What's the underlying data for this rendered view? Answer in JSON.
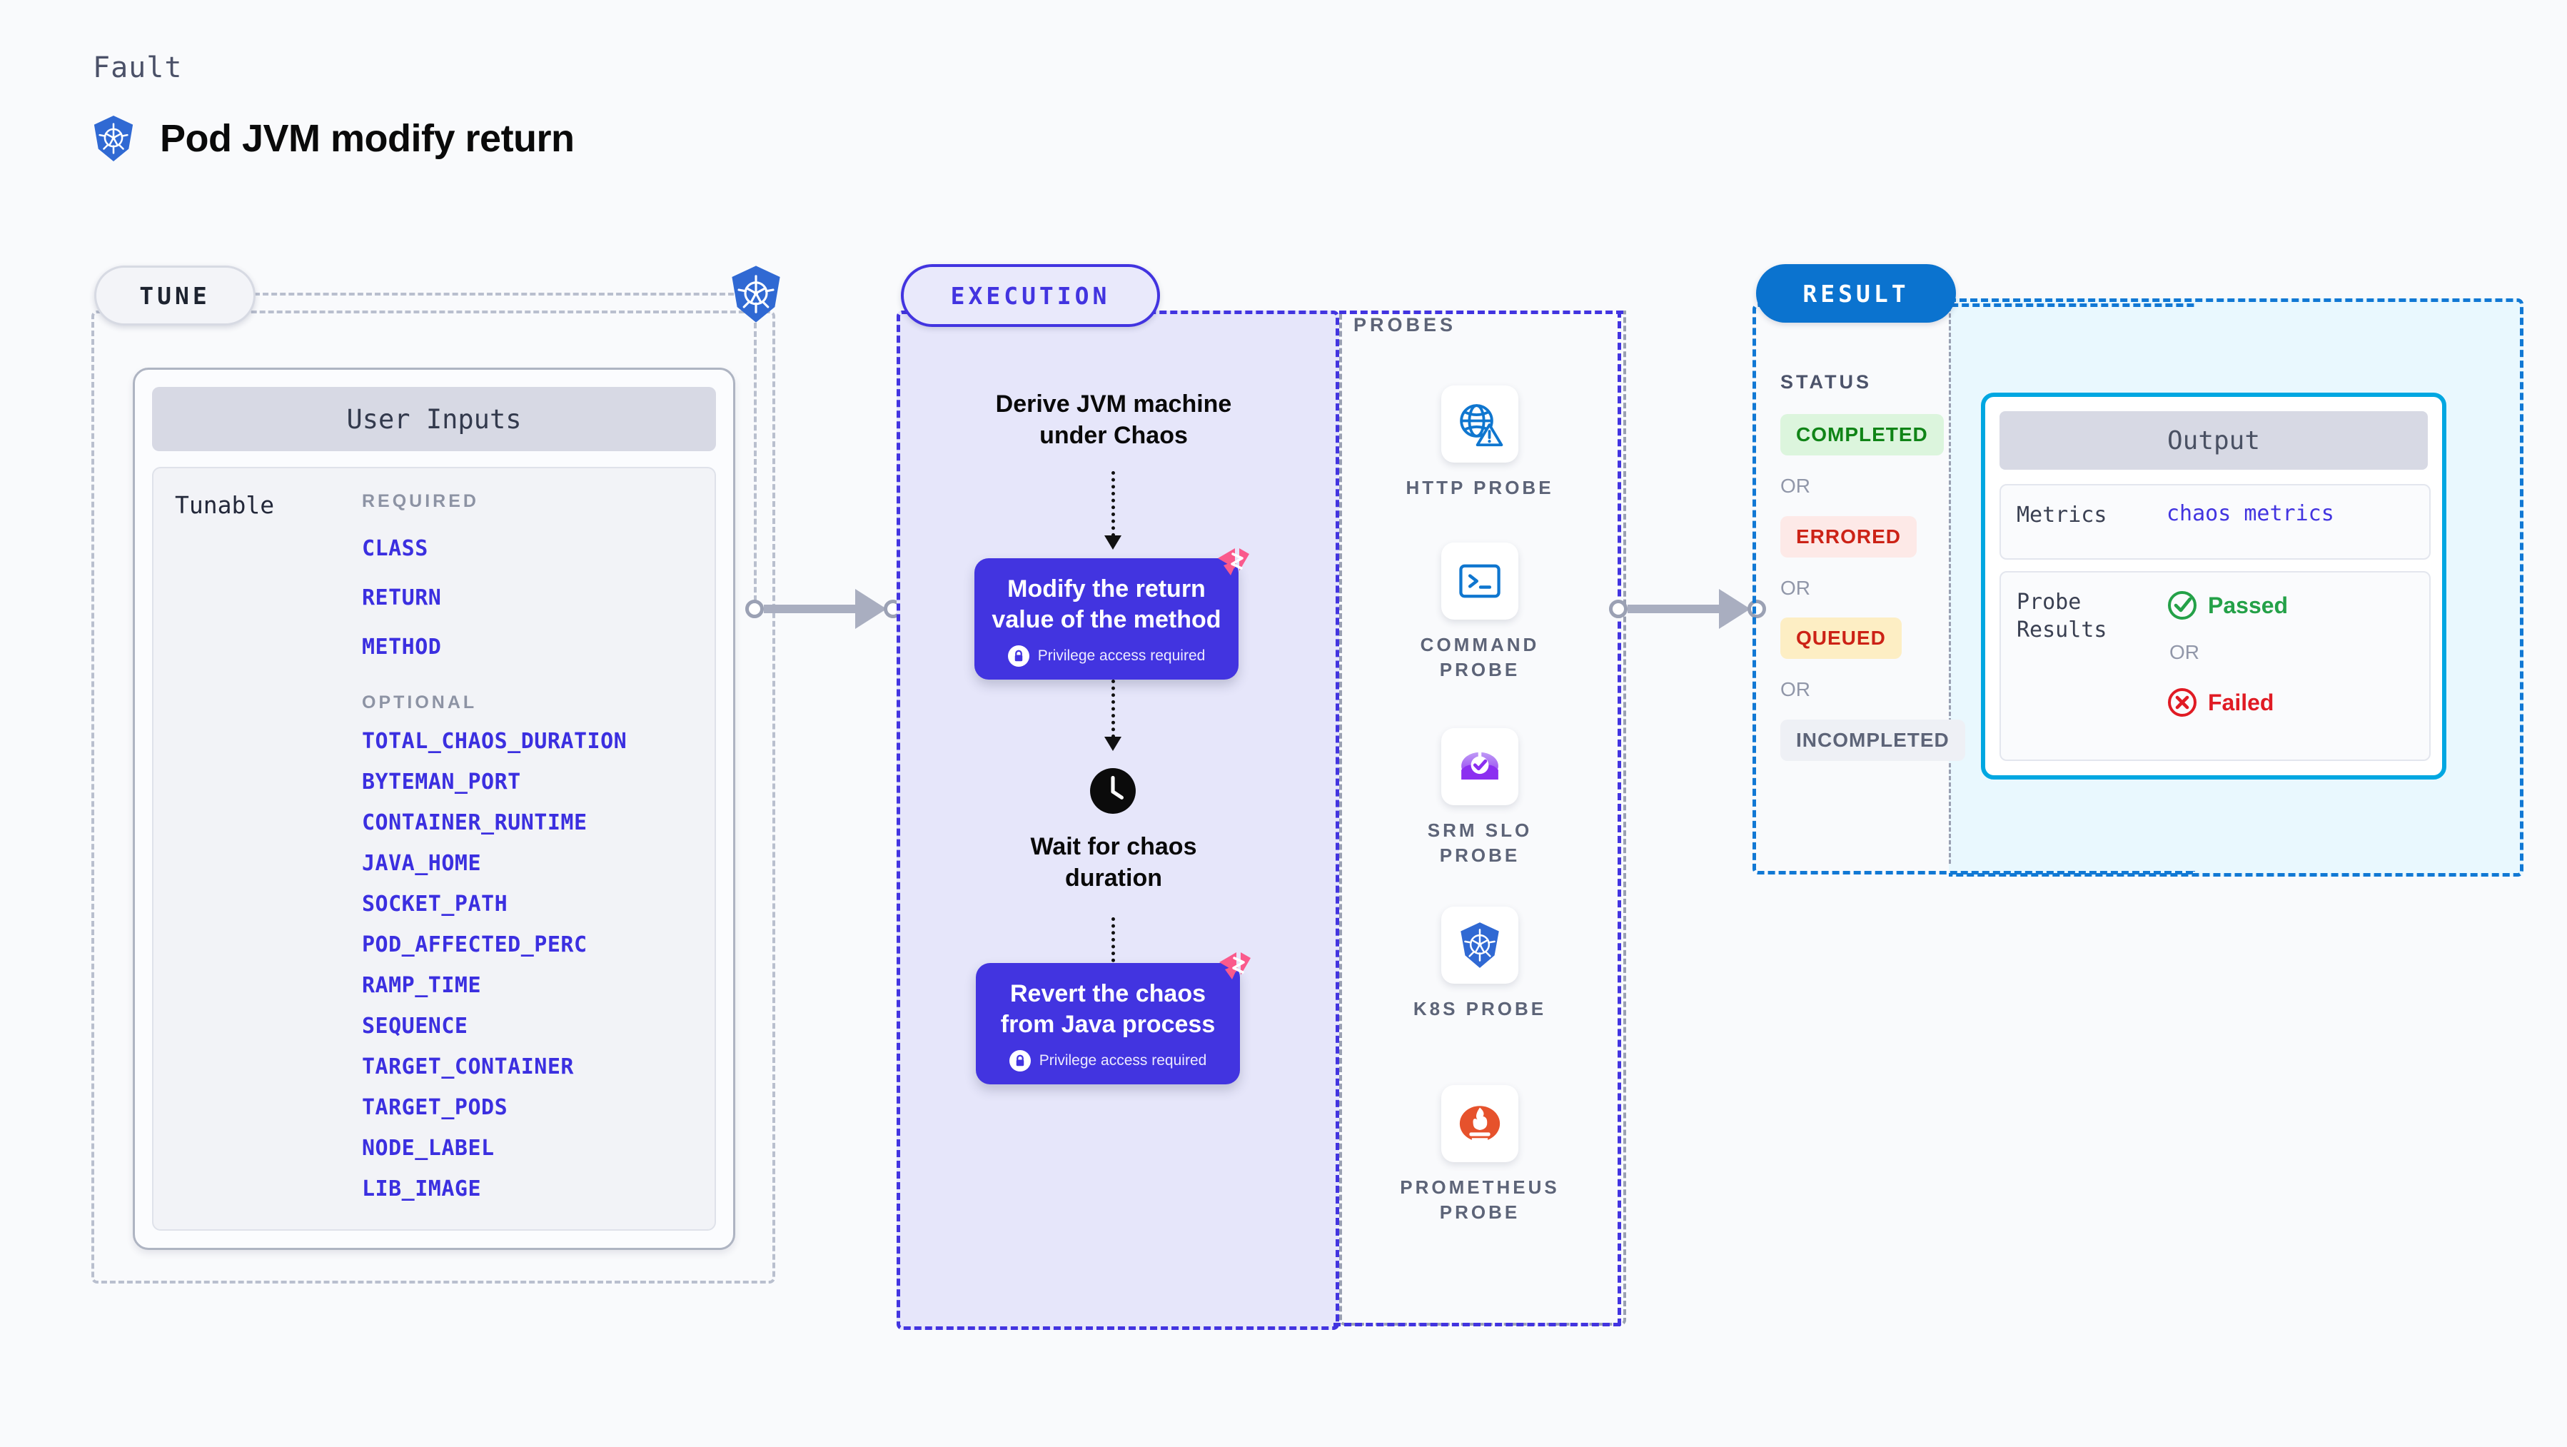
{
  "header": {
    "eyebrow": "Fault",
    "title": "Pod JVM modify return",
    "icon": "kubernetes-icon"
  },
  "tune": {
    "tag": "TUNE",
    "card_title": "User Inputs",
    "tunable_label": "Tunable",
    "required_label": "REQUIRED",
    "optional_label": "OPTIONAL",
    "required": [
      "CLASS",
      "RETURN",
      "METHOD"
    ],
    "optional": [
      "TOTAL_CHAOS_DURATION",
      "BYTEMAN_PORT",
      "CONTAINER_RUNTIME",
      "JAVA_HOME",
      "SOCKET_PATH",
      "POD_AFFECTED_PERC",
      "RAMP_TIME",
      "SEQUENCE",
      "TARGET_CONTAINER",
      "TARGET_PODS",
      "NODE_LABEL",
      "LIB_IMAGE"
    ]
  },
  "execution": {
    "tag": "EXECUTION",
    "step1": "Derive JVM machine\nunder Chaos",
    "chaos1_title": "Modify the return\nvalue of the method",
    "chaos1_note": "Privilege access required",
    "wait_text": "Wait for chaos\nduration",
    "chaos2_title": "Revert the chaos\nfrom Java process",
    "chaos2_note": "Privilege access required"
  },
  "probes": {
    "label": "PROBES",
    "items": [
      {
        "name": "HTTP  PROBE",
        "icon": "globe-warning-icon"
      },
      {
        "name": "COMMAND\nPROBE",
        "icon": "terminal-icon"
      },
      {
        "name": "SRM  SLO\nPROBE",
        "icon": "srm-slo-icon"
      },
      {
        "name": "K8S  PROBE",
        "icon": "kubernetes-icon"
      },
      {
        "name": "PROMETHEUS\nPROBE",
        "icon": "prometheus-icon"
      }
    ]
  },
  "result": {
    "tag": "RESULT",
    "status_label": "STATUS",
    "or_label": "OR",
    "statuses": [
      {
        "text": "COMPLETED",
        "bg": "#dcf5dd",
        "fg": "#108417"
      },
      {
        "text": "ERRORED",
        "bg": "#fde9e7",
        "fg": "#cc2216"
      },
      {
        "text": "QUEUED",
        "bg": "#fdeec4",
        "fg": "#cc2216"
      },
      {
        "text": "INCOMPLETED",
        "bg": "#eef0f5",
        "fg": "#5d6478"
      }
    ]
  },
  "output": {
    "title": "Output",
    "metrics_key": "Metrics",
    "metrics_value": "chaos metrics",
    "probe_results_key": "Probe\nResults",
    "passed_text": "Passed",
    "failed_text": "Failed",
    "or_label": "OR"
  },
  "colors": {
    "accent_indigo": "#4234e0",
    "accent_blue": "#0b73cf",
    "accent_cyan": "#00a7e1",
    "k8s_blue": "#3069d3",
    "litmus_pink": "#fa5a8c",
    "pass_green": "#24a148",
    "fail_red": "#e01b24"
  }
}
